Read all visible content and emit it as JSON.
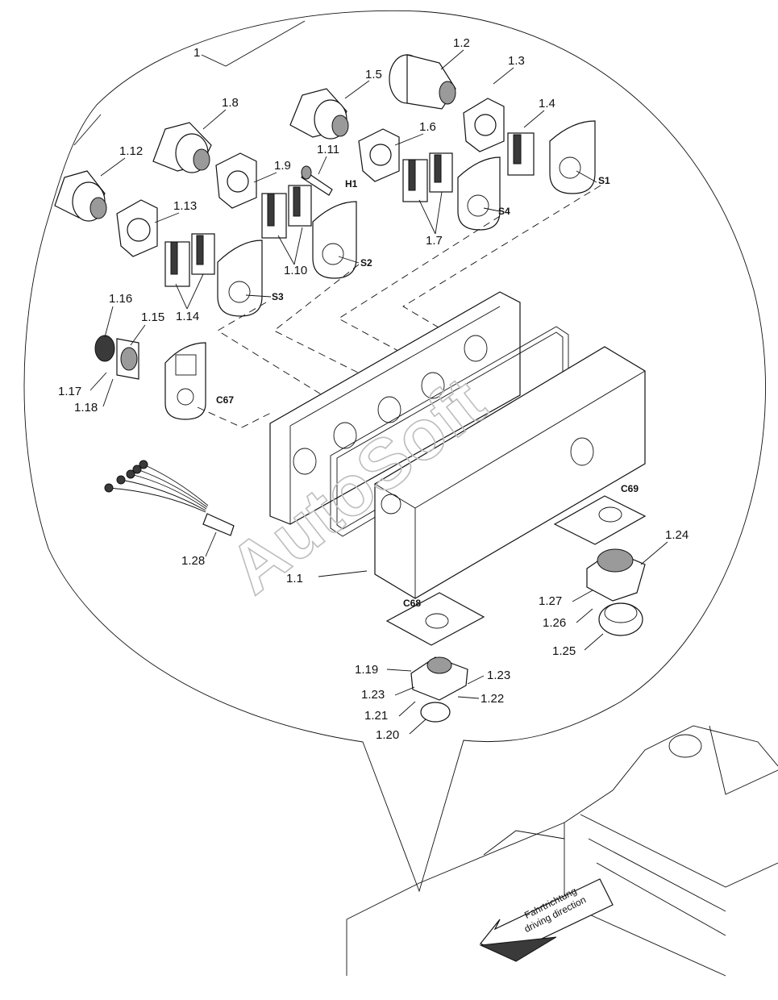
{
  "labels": {
    "l1": "1",
    "l1_1": "1.1",
    "l1_2": "1.2",
    "l1_3": "1.3",
    "l1_4": "1.4",
    "l1_5": "1.5",
    "l1_6": "1.6",
    "l1_7": "1.7",
    "l1_8": "1.8",
    "l1_9": "1.9",
    "l1_10": "1.10",
    "l1_11": "1.11",
    "l1_12": "1.12",
    "l1_13": "1.13",
    "l1_14": "1.14",
    "l1_15": "1.15",
    "l1_16": "1.16",
    "l1_17": "1.17",
    "l1_18": "1.18",
    "l1_19": "1.19",
    "l1_20": "1.20",
    "l1_21": "1.21",
    "l1_22": "1.22",
    "l1_23a": "1.23",
    "l1_23b": "1.23",
    "l1_24": "1.24",
    "l1_25": "1.25",
    "l1_26": "1.26",
    "l1_27": "1.27",
    "l1_28": "1.28"
  },
  "codes": {
    "s1": "S1",
    "s2": "S2",
    "s3": "S3",
    "s4": "S4",
    "h1": "H1",
    "c67": "C67",
    "c68": "C68",
    "c69": "C69"
  },
  "direction": {
    "de": "Fahrtrichtung",
    "en": "driving direction"
  },
  "watermark": "AutoSoft"
}
